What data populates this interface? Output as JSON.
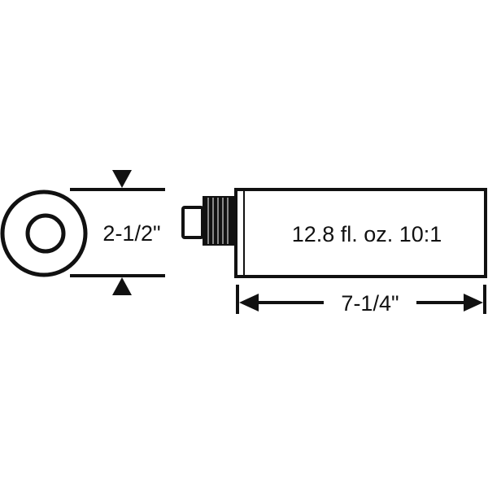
{
  "diagram": {
    "diameter_label": "2-1/2\"",
    "length_label": "7-1/4\"",
    "product_label": "12.8 fl. oz. 10:1"
  },
  "colors": {
    "ink": "#111111",
    "background": "#ffffff"
  }
}
